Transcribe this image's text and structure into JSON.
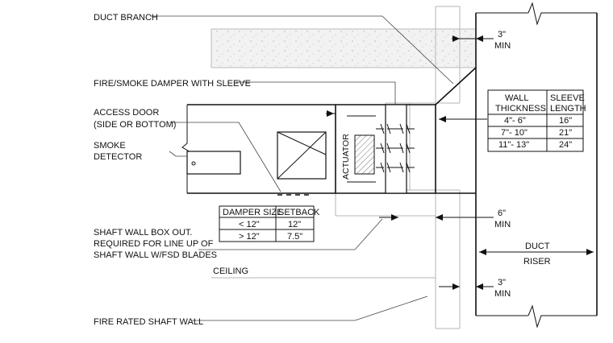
{
  "labels": {
    "duct_branch": "DUCT BRANCH",
    "fire_smoke_damper": "FIRE/SMOKE DAMPER WITH SLEEVE",
    "access_door_1": "ACCESS DOOR",
    "access_door_2": "(SIDE OR BOTTOM)",
    "smoke_detector_1": "SMOKE",
    "smoke_detector_2": "DETECTOR",
    "shaft_box_1": "SHAFT WALL BOX OUT.",
    "shaft_box_2": "REQUIRED FOR LINE UP OF",
    "shaft_box_3": "SHAFT WALL W/FSD BLADES",
    "ceiling": "CEILING",
    "fire_rated_wall": "FIRE RATED SHAFT WALL",
    "actuator": "ACTUATOR",
    "duct_riser_1": "DUCT",
    "duct_riser_2": "RISER"
  },
  "dimensions": {
    "top_val": "3\"",
    "top_unit": "MIN",
    "mid_val": "6\"",
    "mid_unit": "MIN",
    "bot_val": "3\"",
    "bot_unit": "MIN"
  },
  "sleeve_table": {
    "headers": [
      [
        "WALL",
        "THICKNESS"
      ],
      [
        "SLEEVE",
        "LENGTH"
      ]
    ],
    "rows": [
      [
        "4\"- 6\"",
        "16\""
      ],
      [
        "7\"- 10\"",
        "21\""
      ],
      [
        "11\"- 13\"",
        "24\""
      ]
    ]
  },
  "setback_table": {
    "headers": [
      "DAMPER SIZE",
      "SETBACK"
    ],
    "rows": [
      [
        "< 12\"",
        "12\""
      ],
      [
        "> 12\"",
        "7.5\""
      ]
    ]
  }
}
